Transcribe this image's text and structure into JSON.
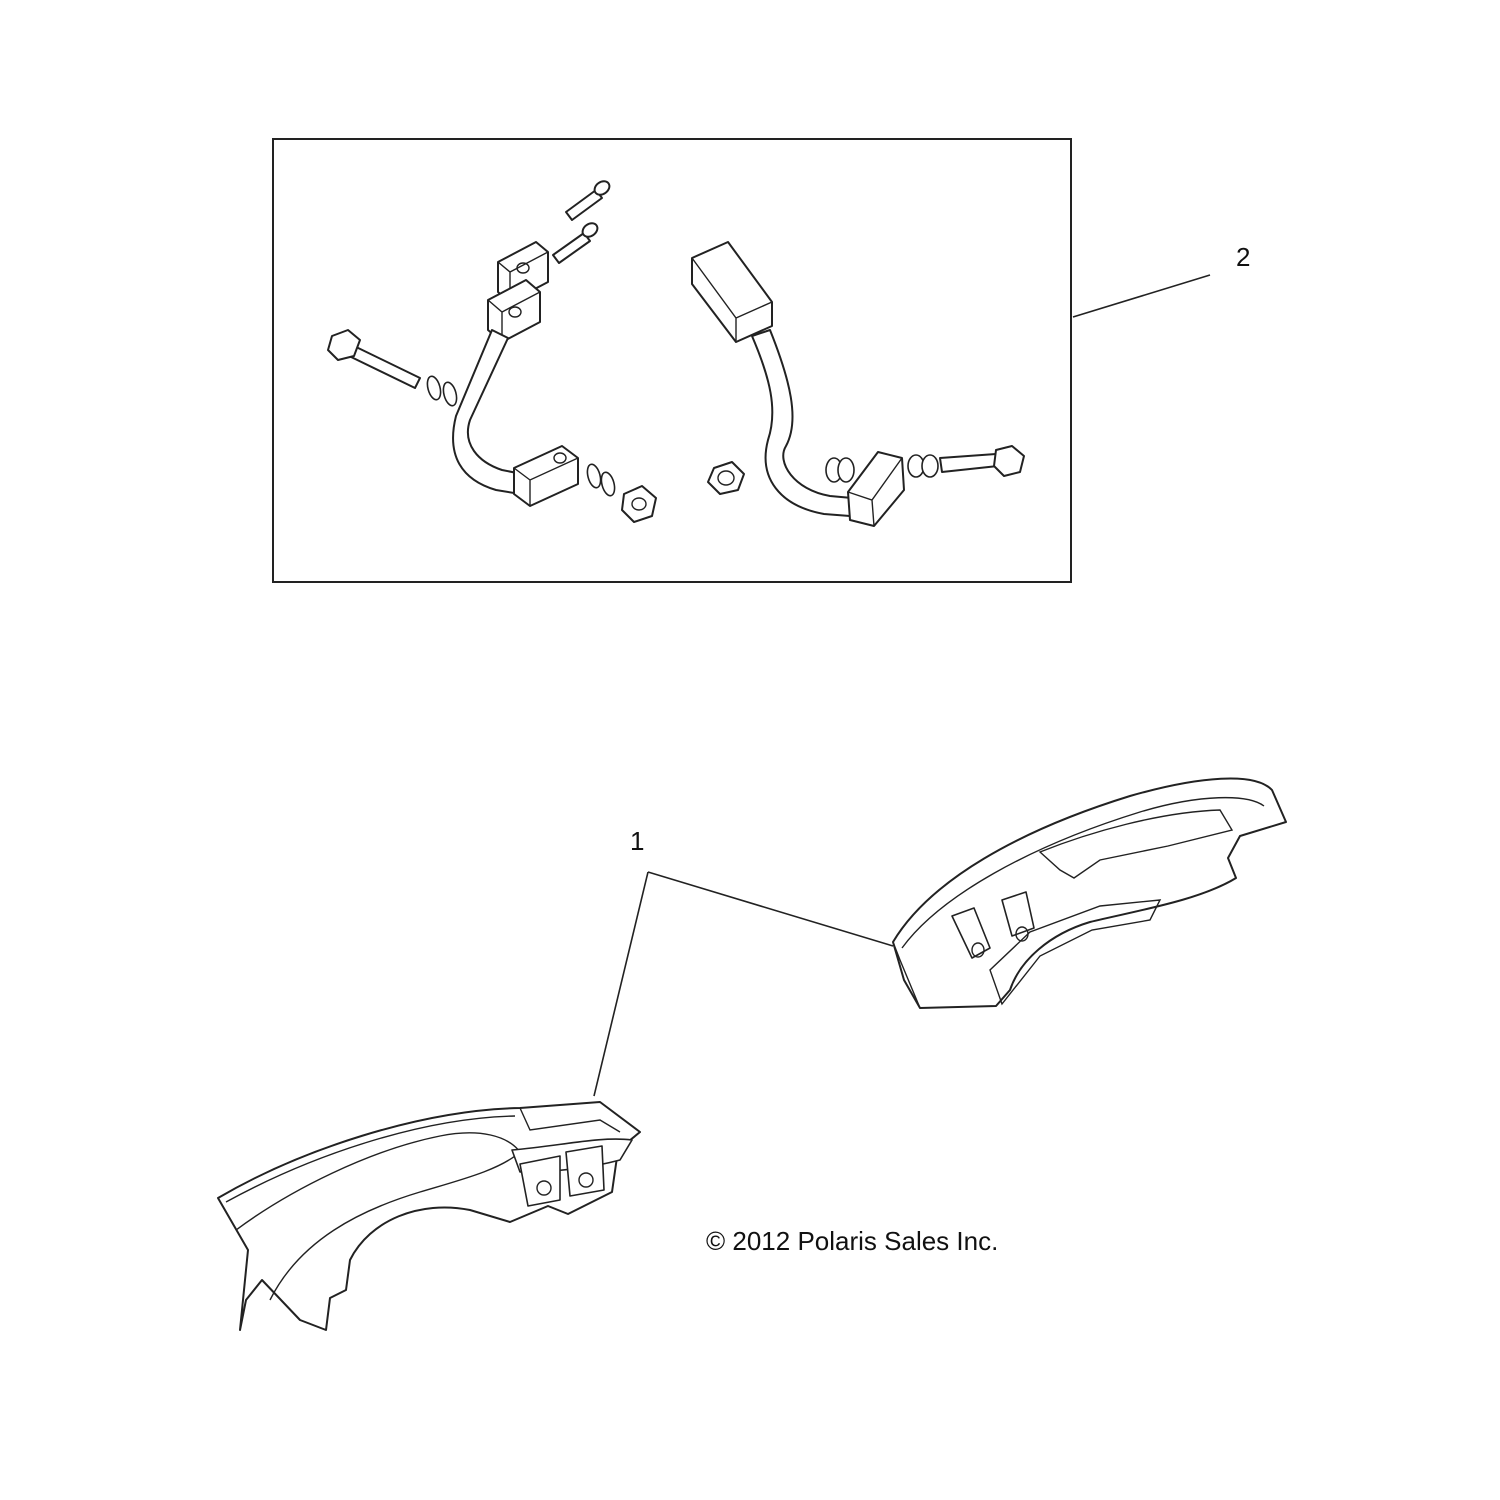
{
  "callouts": [
    {
      "label": "1",
      "part": "handguard"
    },
    {
      "label": "2",
      "part": "mounting-kit"
    }
  ],
  "copyright": "© 2012 Polaris Sales Inc."
}
